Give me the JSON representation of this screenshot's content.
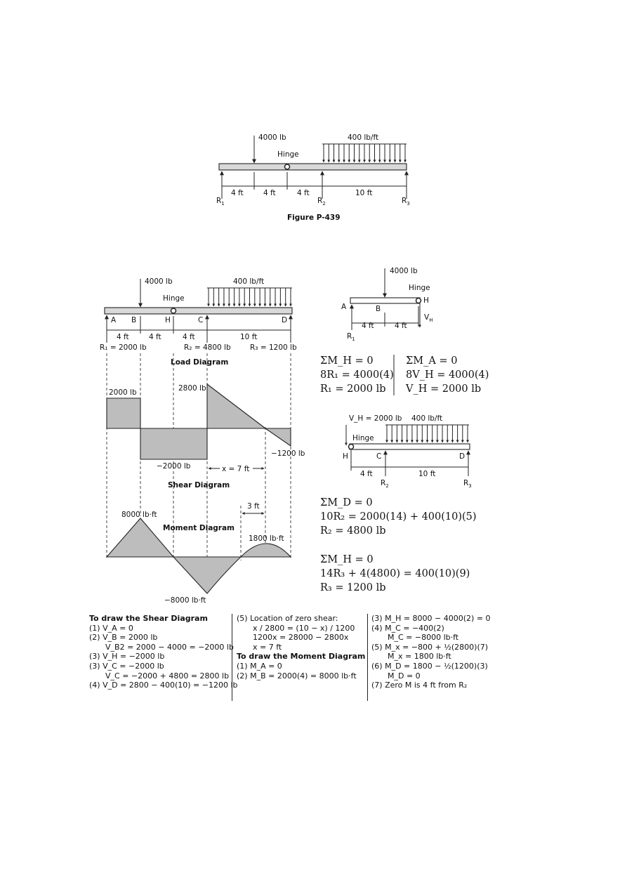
{
  "problem_figure": {
    "point_load": "4000 lb",
    "uniform_load": "400 lb/ft",
    "hinge_label": "Hinge",
    "spans": [
      "4 ft",
      "4 ft",
      "4 ft",
      "10 ft"
    ],
    "supports": [
      "R",
      "R",
      "R"
    ],
    "support_subs": [
      "1",
      "2",
      "3"
    ],
    "caption": "Figure P-439"
  },
  "solution_beam": {
    "point_load": "4000 lb",
    "uniform_load": "400 lb/ft",
    "hinge_label": "Hinge",
    "points": [
      "A",
      "B",
      "H",
      "C",
      "D"
    ],
    "spans": [
      "4 ft",
      "4 ft",
      "4 ft",
      "10 ft"
    ],
    "reactions": [
      "R₁ = 2000 lb",
      "R₂ = 4800 lb",
      "R₃ = 1200 lb"
    ],
    "load_title": "Load Diagram"
  },
  "shear_diagram": {
    "title": "Shear Diagram",
    "labels": [
      "2000 lb",
      "2800 lb",
      "−2000 lb",
      "−1200 lb"
    ],
    "zero_location": "x = 7 ft"
  },
  "moment_diagram": {
    "title": "Moment Diagram",
    "labels": [
      "8000 lb·ft",
      "−8000 lb·ft",
      "1800 lb·ft"
    ],
    "offset": "3 ft"
  },
  "fbd_left": {
    "point_load": "4000 lb",
    "hinge_label": "Hinge",
    "points": [
      "A",
      "B",
      "H"
    ],
    "spans": [
      "4 ft",
      "4 ft"
    ],
    "reaction": "R",
    "reaction_sub": "1",
    "hinge_force": "V",
    "hinge_force_sub": "H"
  },
  "equations_1": {
    "left": [
      "ΣM_H = 0",
      "8R₁ = 4000(4)",
      "R₁ = 2000 lb"
    ],
    "right": [
      "ΣM_A = 0",
      "8V_H = 4000(4)",
      "V_H = 2000 lb"
    ]
  },
  "fbd_right": {
    "hinge_force": "V_H = 2000 lb",
    "uniform_load": "400 lb/ft",
    "hinge_label": "Hinge",
    "points": [
      "H",
      "C",
      "D"
    ],
    "spans": [
      "4 ft",
      "10 ft"
    ],
    "reactions": [
      "R",
      "R"
    ],
    "reaction_subs": [
      "2",
      "3"
    ]
  },
  "equations_2": [
    "ΣM_D = 0",
    "10R₂ = 2000(14) + 400(10)(5)",
    "R₂ = 4800 lb"
  ],
  "equations_3": [
    "ΣM_H = 0",
    "14R₃ + 4(4800) = 400(10)(9)",
    "R₃ = 1200 lb"
  ],
  "notes": {
    "col1": [
      "To draw the Shear Diagram",
      "(1)  V_A = 0",
      "(2)  V_B = 2000 lb",
      "V_B2 = 2000 − 4000 = −2000 lb",
      "(3)  V_H = −2000 lb",
      "(3)  V_C = −2000 lb",
      "V_C = −2000 + 4800 = 2800 lb",
      "(4)  V_D = 2800 − 400(10) = −1200 lb"
    ],
    "col2": [
      "(5)  Location of zero shear:",
      "x / 2800 = (10 − x) / 1200",
      "1200x = 28000 − 2800x",
      "x = 7 ft",
      "To draw the Moment Diagram",
      "(1)  M_A = 0",
      "(2)  M_B = 2000(4) = 8000 lb·ft"
    ],
    "col3": [
      "(3)  M_H = 8000 − 4000(2) = 0",
      "(4)  M_C = −400(2)",
      "M_C = −8000 lb·ft",
      "(5)  M_x = −800 + ½(2800)(7)",
      "M_x = 1800 lb·ft",
      "(6)  M_D = 1800 − ½(1200)(3)",
      "M_D = 0",
      "(7)  Zero M is 4 ft from R₂"
    ]
  },
  "colors": {
    "fill": "#bdbdbd",
    "beam": "#d9d9d9",
    "line": "#222222"
  }
}
